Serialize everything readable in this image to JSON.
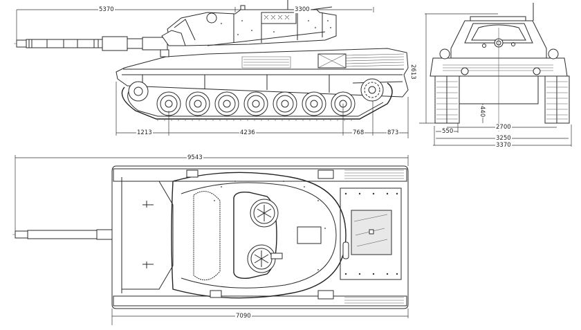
{
  "drawing": {
    "subject": "Main battle tank — three-view dimensional drawing",
    "views": [
      "side-view",
      "front-view",
      "top-view"
    ],
    "colors": {
      "ink": "#2a2a2a",
      "paper": "#ffffff"
    }
  },
  "side_view": {
    "dimensions": {
      "gun_overhang": "5370",
      "turret_length": "3300",
      "front_overhang": "1213",
      "wheelbase": "4236",
      "rear_wheel_to_sprocket": "768",
      "rear_overhang": "873"
    },
    "road_wheel_count": 7
  },
  "front_view": {
    "dimensions": {
      "height": "2613",
      "ground_clearance": "440",
      "track_width": "550",
      "track_centers": "2700",
      "hull_width": "3250",
      "overall_width": "3370"
    }
  },
  "top_view": {
    "dimensions": {
      "overall_length": "9543",
      "hull_length": "7090"
    }
  }
}
